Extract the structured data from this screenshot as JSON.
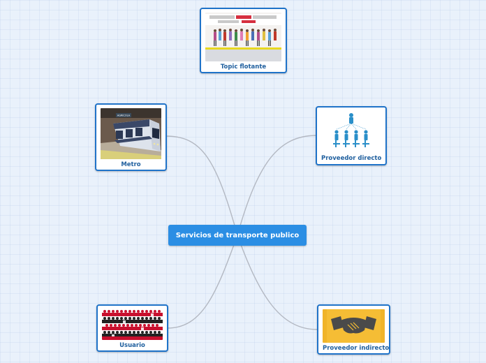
{
  "central": {
    "label": "Servicios de transporte publico"
  },
  "nodes": {
    "topic": {
      "label": "Topic flotante"
    },
    "metro": {
      "label": "Metro",
      "sign_text": "AGRICOLA"
    },
    "directo": {
      "label": "Proveedor directo"
    },
    "usuario": {
      "label": "Usuario"
    },
    "indirecto": {
      "label": "Proveedor indirecto"
    }
  },
  "colors": {
    "central_fill": "#2b8ee4",
    "node_border": "#1f73c9",
    "node_label": "#1f5f9e",
    "connector": "#b3b8c2",
    "background": "#e9f1fb"
  }
}
